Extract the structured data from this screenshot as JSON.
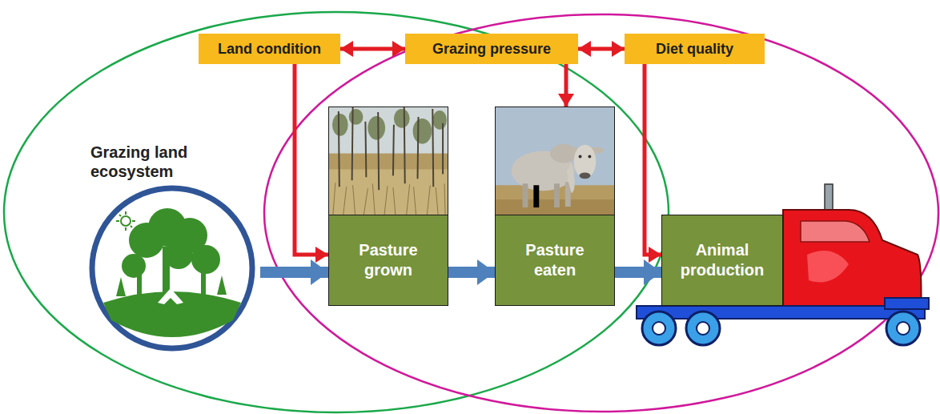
{
  "diagram": {
    "nodes": [
      {
        "text": [
          "Land condition"
        ]
      },
      {
        "text": [
          "Grazing pressure"
        ]
      },
      {
        "text": [
          "Diet quality"
        ]
      },
      {
        "text": [
          "Grazing land ecosystem"
        ]
      },
      {
        "text": [
          "Pasture grown"
        ]
      },
      {
        "text": [
          "Pasture eaten"
        ]
      },
      {
        "text": [
          "Animal production"
        ]
      }
    ],
    "edges": [
      {
        "from": 0,
        "to": 1,
        "arrow": "both"
      },
      {
        "from": 1,
        "to": 2,
        "arrow": "both"
      },
      {
        "from": 0,
        "to": 4,
        "arrow": "to"
      },
      {
        "from": 1,
        "to": 5,
        "arrow": "to"
      },
      {
        "from": 2,
        "to": 6,
        "arrow": "to"
      },
      {
        "from": 3,
        "to": 4,
        "arrow": "to"
      },
      {
        "from": 4,
        "to": 5,
        "arrow": "to"
      },
      {
        "from": 5,
        "to": 6,
        "arrow": "to"
      }
    ]
  }
}
